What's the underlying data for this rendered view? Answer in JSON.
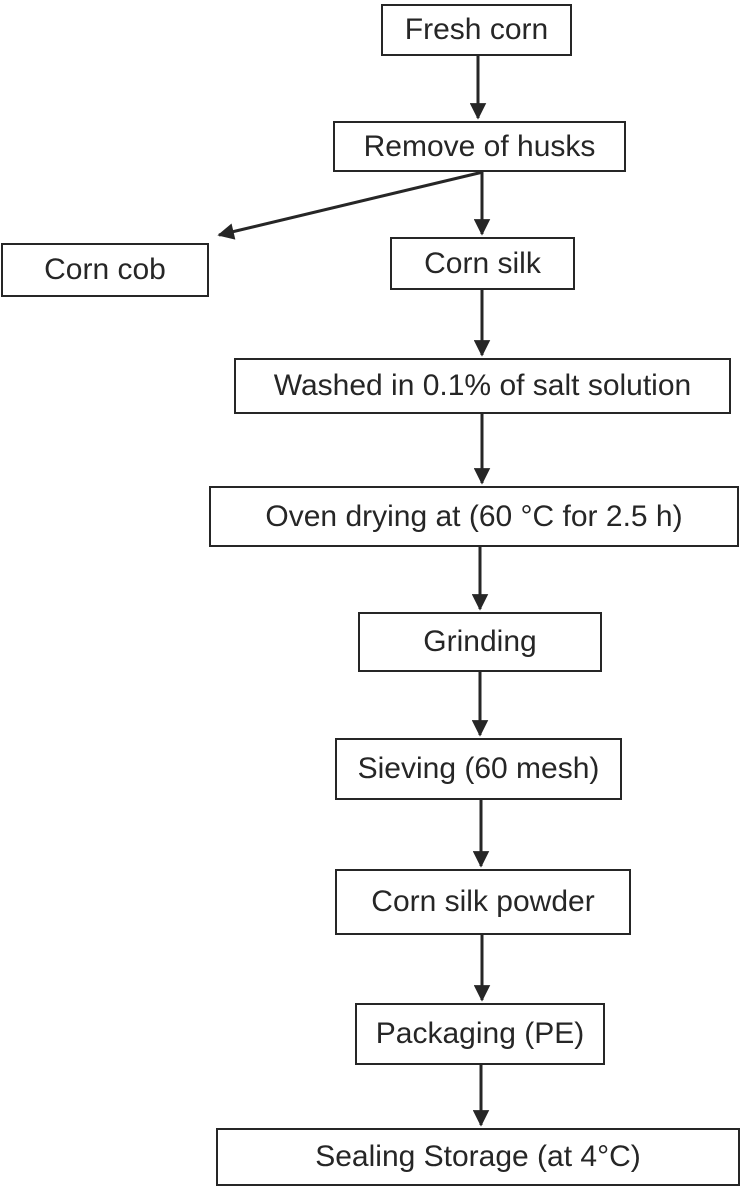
{
  "flowchart": {
    "nodes": [
      {
        "id": "fresh-corn",
        "label": "Fresh corn"
      },
      {
        "id": "remove-husks",
        "label": "Remove of husks"
      },
      {
        "id": "corn-cob",
        "label": "Corn cob"
      },
      {
        "id": "corn-silk",
        "label": "Corn silk"
      },
      {
        "id": "washed",
        "label": "Washed in 0.1% of salt solution"
      },
      {
        "id": "oven-drying",
        "label": "Oven drying at (60 °C for 2.5 h)"
      },
      {
        "id": "grinding",
        "label": "Grinding"
      },
      {
        "id": "sieving",
        "label": "Sieving (60 mesh)"
      },
      {
        "id": "corn-silk-powder",
        "label": "Corn silk powder"
      },
      {
        "id": "packaging",
        "label": "Packaging (PE)"
      },
      {
        "id": "sealing-storage",
        "label": "Sealing Storage (at 4°C)"
      }
    ],
    "edges": [
      {
        "from": "fresh-corn",
        "to": "remove-husks"
      },
      {
        "from": "remove-husks",
        "to": "corn-cob"
      },
      {
        "from": "remove-husks",
        "to": "corn-silk"
      },
      {
        "from": "corn-silk",
        "to": "washed"
      },
      {
        "from": "washed",
        "to": "oven-drying"
      },
      {
        "from": "oven-drying",
        "to": "grinding"
      },
      {
        "from": "grinding",
        "to": "sieving"
      },
      {
        "from": "sieving",
        "to": "corn-silk-powder"
      },
      {
        "from": "corn-silk-powder",
        "to": "packaging"
      },
      {
        "from": "packaging",
        "to": "sealing-storage"
      }
    ],
    "colors": {
      "box_border": "#262626",
      "box_fill": "#ffffff",
      "text": "#262626",
      "arrow": "#262626",
      "background": "#ffffff"
    }
  }
}
